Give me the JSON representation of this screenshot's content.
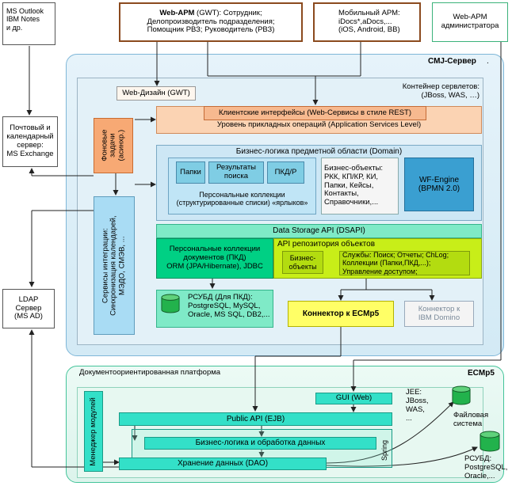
{
  "top": {
    "ms_outlook": "MS Outlook\nIBM Notes\nи др.",
    "web_arm_bold": "Web-АРМ",
    "web_arm_rest": " (GWT): Сотрудник;\nДелопроизводитель подразделения;\nПомощник РВЗ; Руководитель (РВЗ)",
    "mobile_arm": "Мобильный АРМ:\niDocs*,aDocs,...\n(iOS, Android, BB)",
    "web_arm_admin": "Web-АРМ\nадминистратора"
  },
  "left": {
    "mail_server": "Почтовый и\nкалендарный\nсервер:\nMS Exchange",
    "ldap": "LDAP\nСервер\n(MS AD)"
  },
  "cmj": {
    "title": "СМЈ-Сервер",
    "dot": ".",
    "container_label": "Контейнер сервлетов:\n(JBoss, WAS, …)",
    "web_design": "Web-Дизайн (GWT)",
    "client_interfaces": "Клиентские интерфейсы (Web-Сервисы в стиле REST)",
    "asl": "Уровень прикладных операций (Application Services Level)",
    "background_tasks": "Фоновые\nзадачи\n(асинхр.)",
    "integration_services": "Сервисы интеграции:\nСинхронизация календарей,\nМЭДО, СМЭВ, ...",
    "domain_title": "Бизнес-логика предметной области (Domain)",
    "folders": "Папки",
    "search_results": "Результаты\nпоиска",
    "pkd_r": "ПКД/Р",
    "personal_collections_labels": "Персональные коллекции\n(структурированные списки) «ярлыков»",
    "business_objects_list": "Бизнес-объекты:\nРКК, КП/КР, КИ,\nПапки, Кейсы,\nКонтакты,\nСправочники,...",
    "wf_engine": "WF-Engine\n(BPMN 2.0)",
    "dsapi": "Data Storage API (DSAPI)",
    "personal_collections_docs": "Персональные коллекции\nдокументов (ПКД)\nORM (JPA/Hibernate), JDBC",
    "repo_api": "API репозитория объектов",
    "business_objects": "Бизнес-\nобъекты",
    "services": "Службы: Поиск; Отчеты; ChLog;\nКоллекции (Папки,ПКД,...);\nУправление доступом;",
    "rdbms_pkd": "РСУБД (Для ПКД):\nPostgreSQL, MySQL,\nOracle, MS SQL, DB2,...",
    "connector_ecmp5": "Коннектор к ECMp5",
    "connector_domino": "Коннектор к\nIBM Domino"
  },
  "ecm": {
    "platform_label": "Документоориентированная платформа",
    "title": "ECMp5",
    "module_manager": "Менеджер модулей",
    "gui": "GUI (Web)",
    "jee": "JEE:\nJBoss,\nWAS,\n...",
    "public_api": "Public API (EJB)",
    "business_logic": "Бизнес-логика и обработка данных",
    "spring": "Spring",
    "storage": "Хранение данных (DAO)",
    "file_system": "Файловая\nсистема",
    "rdbms": "РСУБД:\nPostgreSQL,\nOracle,..."
  },
  "colors": {
    "cmj_border": "#7fb7d8",
    "cmj_fill": "#d8ecf6",
    "orange": "#f7c49c",
    "orange_border": "#d07a3a",
    "green": "#00d084",
    "yellow_green": "#c8ee18",
    "cyan": "#33e0c8",
    "yellow": "#ffff66",
    "ecm_fill": "#e4f7f1",
    "ecm_border": "#44c49a",
    "ecm_green": "#4fe6b8"
  }
}
